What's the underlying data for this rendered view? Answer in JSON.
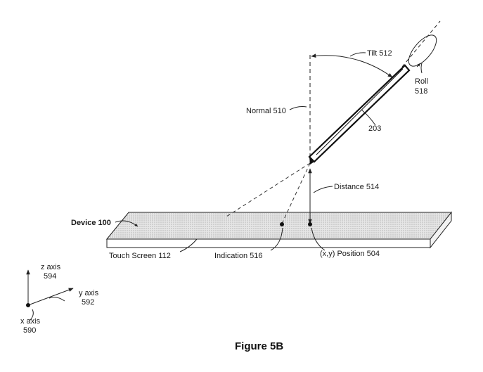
{
  "labels": {
    "tilt": "Tilt 512",
    "roll_line1": "Roll",
    "roll_line2": "518",
    "normal": "Normal 510",
    "stylus": "203",
    "distance": "Distance 514",
    "device": "Device 100",
    "touch_screen": "Touch Screen 112",
    "indication": "Indication 516",
    "position": "(x,y) Position 504",
    "z_axis_line1": "z axis",
    "z_axis_line2": "594",
    "y_axis_line1": "y axis",
    "y_axis_line2": "592",
    "x_axis_line1": "x axis",
    "x_axis_line2": "590"
  },
  "caption": "Figure 5B"
}
